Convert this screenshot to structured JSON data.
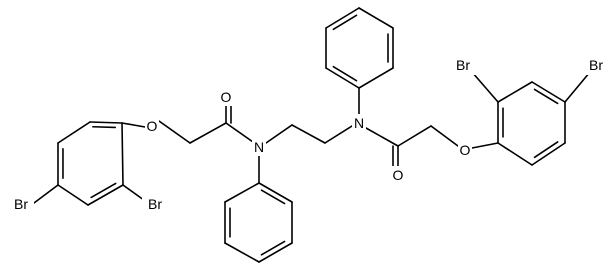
{
  "structure": {
    "atom_labels": {
      "o_amide_left": "O",
      "o_ether_left": "O",
      "n_left": "N",
      "n_right": "N",
      "o_amide_right": "O",
      "o_ether_right": "O",
      "br_left_para": "Br",
      "br_left_ortho": "Br",
      "br_right_ortho": "Br",
      "br_right_para": "Br"
    }
  }
}
